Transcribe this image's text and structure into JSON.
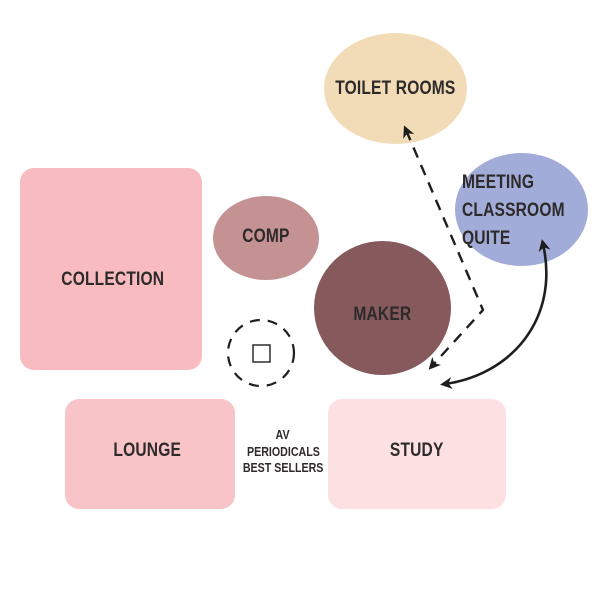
{
  "spaces": {
    "collection": {
      "label": "COLLECTION",
      "color": "#f8bcc0"
    },
    "lounge": {
      "label": "LOUNGE",
      "color": "#f8c4c8"
    },
    "study": {
      "label": "STUDY",
      "color": "#fde1e2"
    },
    "comp": {
      "label": "COMP",
      "color": "#c59294"
    },
    "maker": {
      "label": "MAKER",
      "color": "#865a5c"
    },
    "toilet_rooms": {
      "label": "TOILET ROOMS",
      "color": "#f1dcb7"
    },
    "meeting": {
      "lines": [
        "MEETING",
        "CLASSROOM",
        "QUITE"
      ],
      "color": "#a2acd9"
    }
  },
  "shelf_labels": [
    "AV",
    "PERIODICALS",
    "BEST SELLERS"
  ],
  "colors": {
    "text": "#2e2a2a",
    "connector": "#1e1e1e"
  },
  "icons": {
    "circulation_marker": "dashed-circle-with-square-icon"
  }
}
